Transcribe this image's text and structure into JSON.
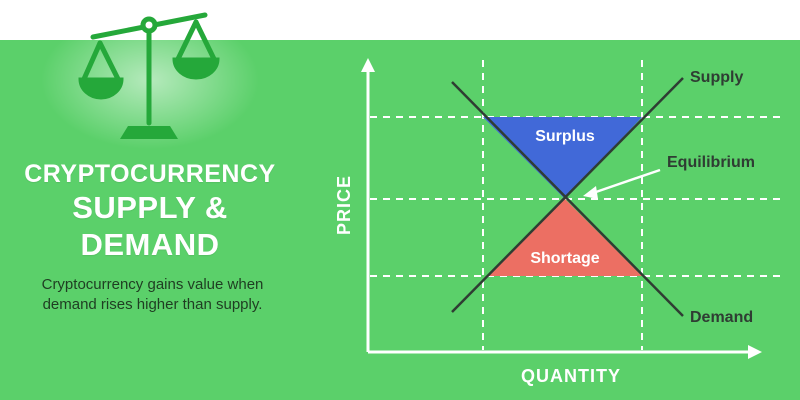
{
  "header": {
    "title_line1": "CRYPTOCURRENCY",
    "title_line2": "SUPPLY &",
    "title_line3": "DEMAND",
    "description": "Cryptocurrency gains value when demand rises higher than supply."
  },
  "diagram": {
    "x_axis_label": "QUANTITY",
    "y_axis_label": "PRICE",
    "supply_label": "Supply",
    "demand_label": "Demand",
    "equilibrium_label": "Equilibrium",
    "surplus_label": "Surplus",
    "shortage_label": "Shortage"
  },
  "colors": {
    "background": "#5bd06a",
    "surplus": "#4169d8",
    "shortage": "#ec6f63",
    "lines": "#2f3d33",
    "icon": "#25a83a"
  },
  "icons": [
    "balance-scale-icon",
    "equilibrium-arrow-icon"
  ]
}
